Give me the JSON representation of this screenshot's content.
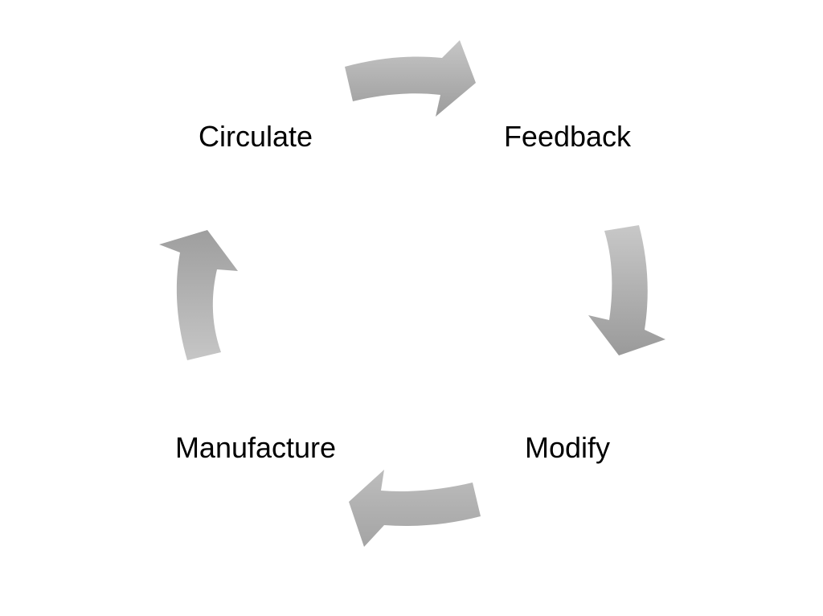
{
  "diagram": {
    "type": "cycle",
    "nodes": [
      {
        "id": "circulate",
        "label": "Circulate"
      },
      {
        "id": "feedback",
        "label": "Feedback"
      },
      {
        "id": "modify",
        "label": "Modify"
      },
      {
        "id": "manufacture",
        "label": "Manufacture"
      }
    ],
    "edges": [
      {
        "from": "circulate",
        "to": "feedback"
      },
      {
        "from": "feedback",
        "to": "modify"
      },
      {
        "from": "modify",
        "to": "manufacture"
      },
      {
        "from": "manufacture",
        "to": "circulate"
      }
    ],
    "colors": {
      "arrow_light": "#c4c4c4",
      "arrow_dark": "#9a9a9a",
      "label": "#000000",
      "background": "#ffffff"
    }
  }
}
